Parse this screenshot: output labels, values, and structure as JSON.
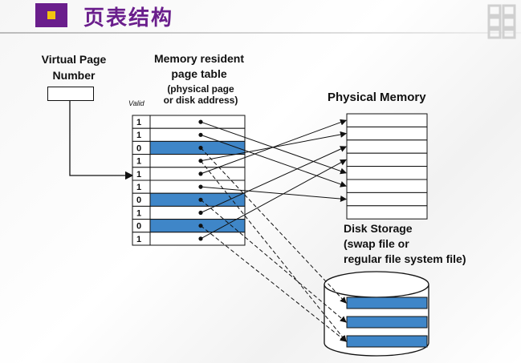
{
  "title": "页表结构",
  "virtual_page_number_label": [
    "Virtual Page",
    "Number"
  ],
  "page_table_label": [
    "Memory resident",
    "page table"
  ],
  "page_table_sublabel": [
    "(physical page",
    "or disk address)"
  ],
  "valid_label": "Valid",
  "valid_bits": [
    "1",
    "1",
    "0",
    "1",
    "1",
    "1",
    "0",
    "1",
    "0",
    "1"
  ],
  "physical_memory_label": "Physical Memory",
  "disk_storage_label": [
    "Disk Storage",
    "(swap file or",
    "regular file system file)"
  ],
  "colors": {
    "accent": "#6a1e8c",
    "highlight": "#f1c40f",
    "disk_block": "#3f86c8"
  }
}
